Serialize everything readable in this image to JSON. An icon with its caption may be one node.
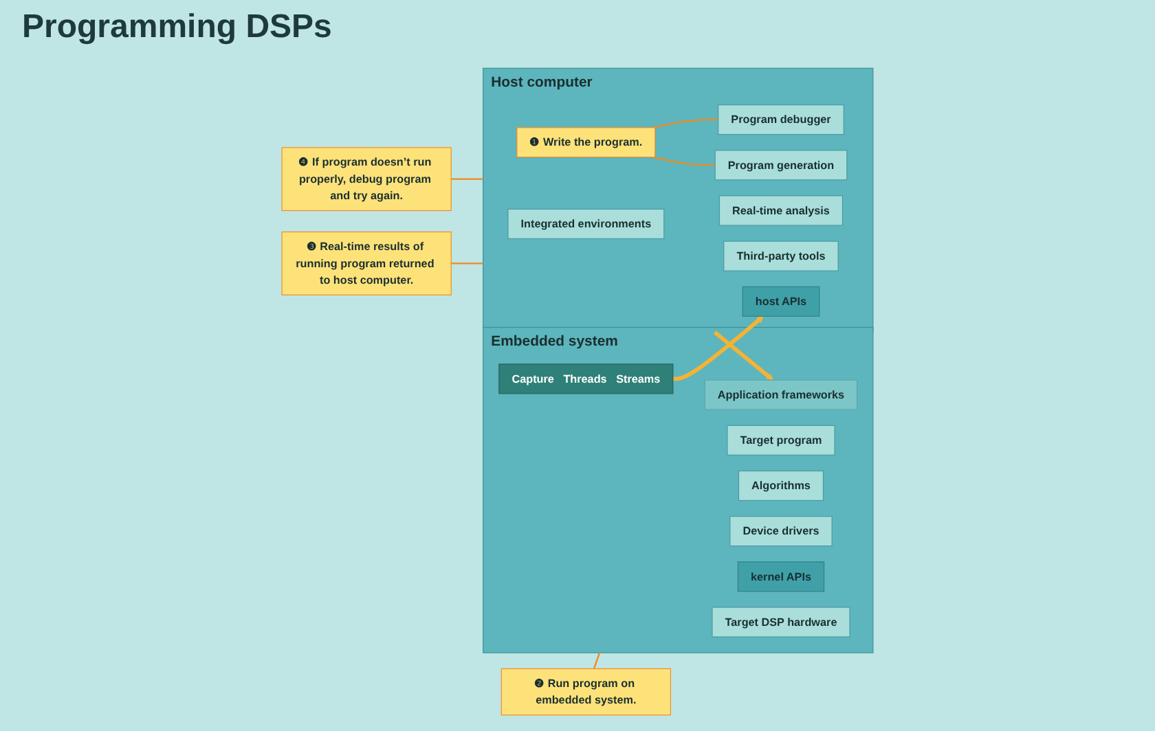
{
  "diagram": {
    "title": "Programming DSPs",
    "nodes": [
      {
        "text": [
          "Host computer"
        ]
      },
      {
        "text": [
          "❶ Write the program."
        ],
        "in": 0
      },
      {
        "text": [
          "Integrated environments"
        ],
        "in": 0
      },
      {
        "text": [
          "Program generation"
        ],
        "in": 0
      },
      {
        "text": [
          "Program debugger"
        ],
        "in": 0
      },
      {
        "text": [
          "Real-time analysis"
        ],
        "in": 0
      },
      {
        "text": [
          "Third-party tools"
        ],
        "in": 0
      },
      {
        "text": [
          "host APIs"
        ],
        "in": 0
      },
      {
        "text": [
          "❷ Run program on embedded system."
        ]
      },
      {
        "text": [
          "Embedded system"
        ]
      },
      {
        "text": [
          "Target program"
        ],
        "in": 9
      },
      {
        "text": [
          "Application frameworks"
        ],
        "in": 9
      },
      {
        "text": [
          "Algorithms"
        ],
        "in": 9
      },
      {
        "text": [
          "Device drivers"
        ],
        "in": 9
      },
      {
        "text": [
          "kernel APIs"
        ],
        "in": 9
      },
      {
        "text": [
          "Capture",
          "Threads",
          "Streams"
        ],
        "in": 9
      },
      {
        "text": [
          "Target DSP hardware"
        ],
        "in": 9
      },
      {
        "text": [
          "❹ If program doesn’t run properly, debug program and try again."
        ]
      },
      {
        "text": [
          "❸ Real-time results of running program returned to host computer."
        ]
      }
    ],
    "edges": [
      {
        "from": 1,
        "to": 3,
        "arrow": "none"
      },
      {
        "from": 1,
        "to": 4,
        "arrow": "none"
      },
      {
        "from": 0,
        "to": 11,
        "arrow": "to",
        "style": "thick",
        "color": "#f5b335"
      },
      {
        "from": 8,
        "to": 9,
        "arrow": "none"
      },
      {
        "from": 15,
        "to": 7,
        "arrow": "to",
        "style": "thick",
        "color": "#f5b335"
      },
      {
        "from": 17,
        "to": 0,
        "arrow": "none"
      },
      {
        "from": 18,
        "to": 0,
        "arrow": "none"
      }
    ]
  }
}
